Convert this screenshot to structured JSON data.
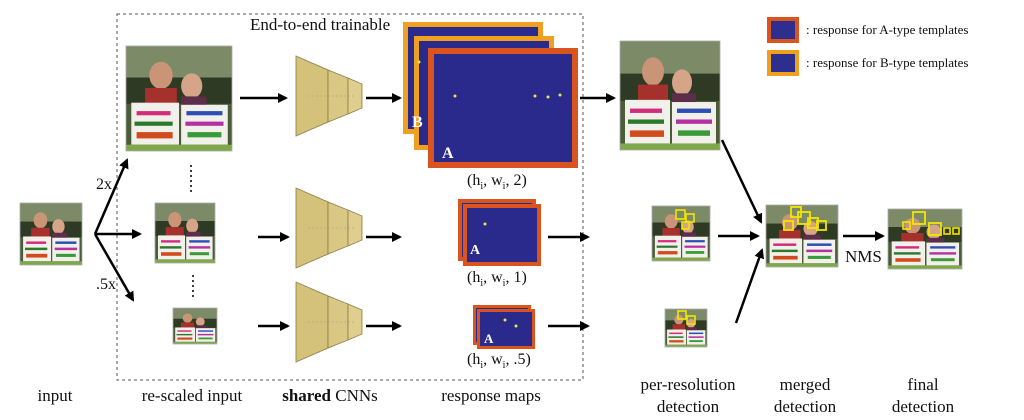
{
  "region_label": "End-to-end trainable",
  "scales": {
    "up": "2x",
    "down": ".5x"
  },
  "captions": {
    "input": "input",
    "rescaled": "re-scaled input",
    "cnn_bold": "shared",
    "cnn_rest": " CNNs",
    "response_maps": "response maps",
    "per_resolution_1": "per-resolution",
    "per_resolution_2": "detection",
    "merged_1": "merged",
    "merged_2": "detection",
    "final_1": "final",
    "final_2": "detection"
  },
  "legend": [
    {
      "label": ": response for A-type templates",
      "border": "#d9541e",
      "fill": "#2e2e8f"
    },
    {
      "label": ": response for B-type templates",
      "border": "#f0a020",
      "fill": "#2e2e8f"
    }
  ],
  "map_labels": {
    "A": "A",
    "B": "B"
  },
  "shapes": [
    {
      "h": "h",
      "sub_i": "i",
      "comma": ", w",
      "sub_i2": "i",
      "end": ", 2)"
    },
    {
      "h": "h",
      "sub_i": "i",
      "comma": ", w",
      "sub_i2": "i",
      "end": ", 1)"
    },
    {
      "h": "h",
      "sub_i": "i",
      "comma": ", w",
      "sub_i2": "i",
      "end": ", .5)"
    }
  ],
  "nms": "NMS",
  "colors": {
    "a_border": "#d9541e",
    "b_border": "#f0a020",
    "map_fill": "#2a2a8c",
    "cnn_fill": "#d4c27a",
    "detection_box": "#f2e600"
  }
}
